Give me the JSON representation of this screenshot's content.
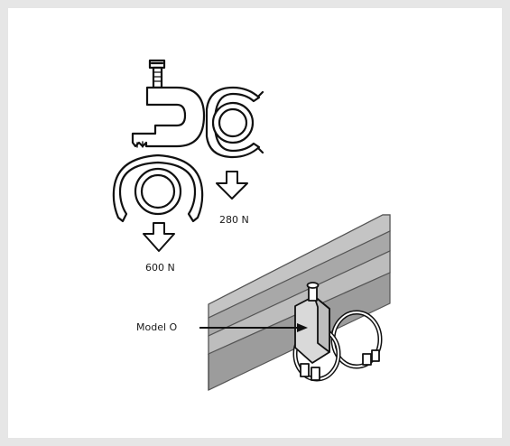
{
  "labels": {
    "load_small": "280 N",
    "load_large": "600 N",
    "model": "Model O"
  },
  "colors": {
    "background": "#e6e6e6",
    "panel": "#ffffff",
    "line": "#111111",
    "rail_shade": "#b9b9b9",
    "rail_shade_dark": "#9c9c9c",
    "rail_light": "#d6d6d6"
  },
  "loads_newton": {
    "upper_clip": 280,
    "lower_clip": 600
  }
}
